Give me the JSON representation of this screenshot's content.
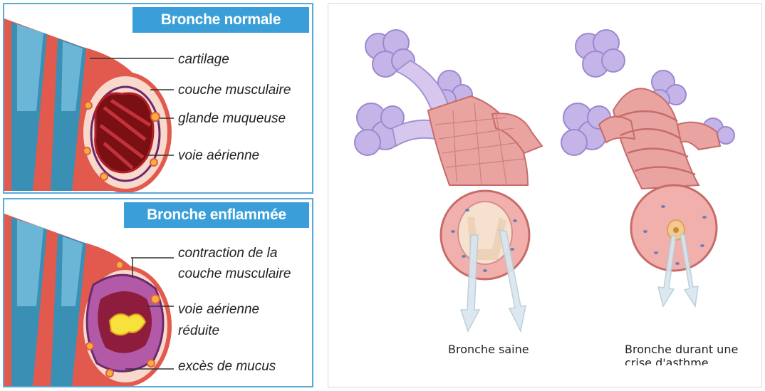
{
  "left": {
    "normal": {
      "title": "Bronche normale",
      "labels": [
        "cartilage",
        "couche musculaire",
        "glande muqueuse",
        "voie aérienne"
      ]
    },
    "inflamed": {
      "title": "Bronche enflammée",
      "labels": [
        "contraction de la",
        "couche musculaire",
        "voie aérienne",
        "réduite",
        "excès de mucus"
      ]
    }
  },
  "right": {
    "caption_healthy": "Bronche saine",
    "caption_asthma_line1": "Bronche durant une",
    "caption_asthma_line2": "crise d'asthme"
  },
  "colors": {
    "title_bar": "#3a9fd8",
    "wall": "#e25a4e",
    "cartilage": "#3a8fb5",
    "lumen": "#7a0f14",
    "mucus": "#f6e23a",
    "alveoli": "#c5b4e8",
    "bronchus_wall": "#e9a4a1"
  }
}
